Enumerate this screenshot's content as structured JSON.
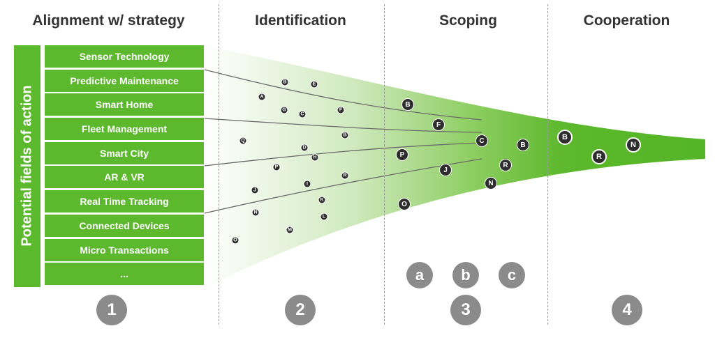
{
  "phases": [
    {
      "title": "Alignment w/ strategy",
      "number": "1"
    },
    {
      "title": "Identification",
      "number": "2"
    },
    {
      "title": "Scoping",
      "number": "3"
    },
    {
      "title": "Cooperation",
      "number": "4"
    }
  ],
  "side_label": "Potential fields of action",
  "fields": [
    "Sensor Technology",
    "Predictive Maintenance",
    "Smart Home",
    "Fleet Management",
    "Smart City",
    "AR & VR",
    "Real Time Tracking",
    "Connected Devices",
    "Micro Transactions",
    "..."
  ],
  "scoping_subphases": [
    "a",
    "b",
    "c"
  ],
  "identification_items": [
    "B",
    "E",
    "A",
    "G",
    "C",
    "F",
    "B",
    "Q",
    "D",
    "H",
    "P",
    "R",
    "I",
    "J",
    "K",
    "N",
    "L",
    "M",
    "O"
  ],
  "scoping_items": [
    "B",
    "F",
    "C",
    "B",
    "P",
    "J",
    "R",
    "N",
    "O"
  ],
  "cooperation_items": [
    "B",
    "R",
    "N"
  ],
  "colors": {
    "green": "#5cb82c",
    "dot": "#2d2d2d",
    "grey": "#8b8b8b",
    "title": "#333333"
  }
}
